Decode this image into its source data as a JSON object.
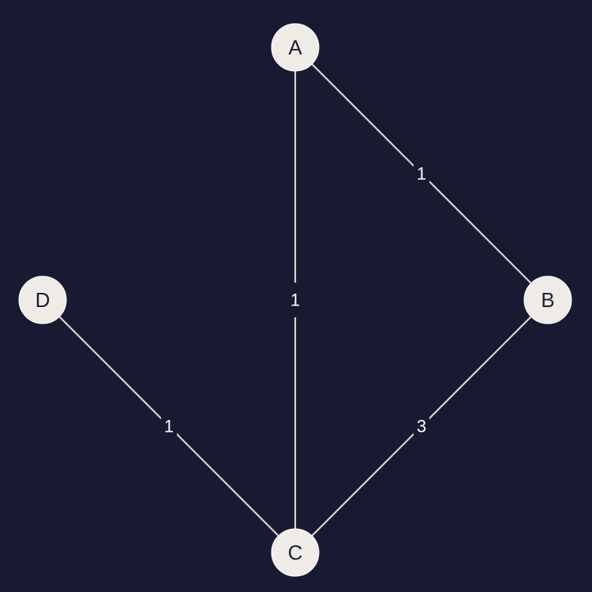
{
  "graph": {
    "colors": {
      "background": "#171a30",
      "edge": "#d9d6d0",
      "node_fill": "#efebe6",
      "node_text": "#1c2033",
      "edge_label_text": "#ffffff"
    },
    "nodes": [
      {
        "id": "A",
        "label": "A"
      },
      {
        "id": "B",
        "label": "B"
      },
      {
        "id": "C",
        "label": "C"
      },
      {
        "id": "D",
        "label": "D"
      }
    ],
    "edges": [
      {
        "from": "A",
        "to": "B",
        "weight": "1"
      },
      {
        "from": "A",
        "to": "C",
        "weight": "1"
      },
      {
        "from": "B",
        "to": "C",
        "weight": "3"
      },
      {
        "from": "D",
        "to": "C",
        "weight": "1"
      }
    ]
  }
}
